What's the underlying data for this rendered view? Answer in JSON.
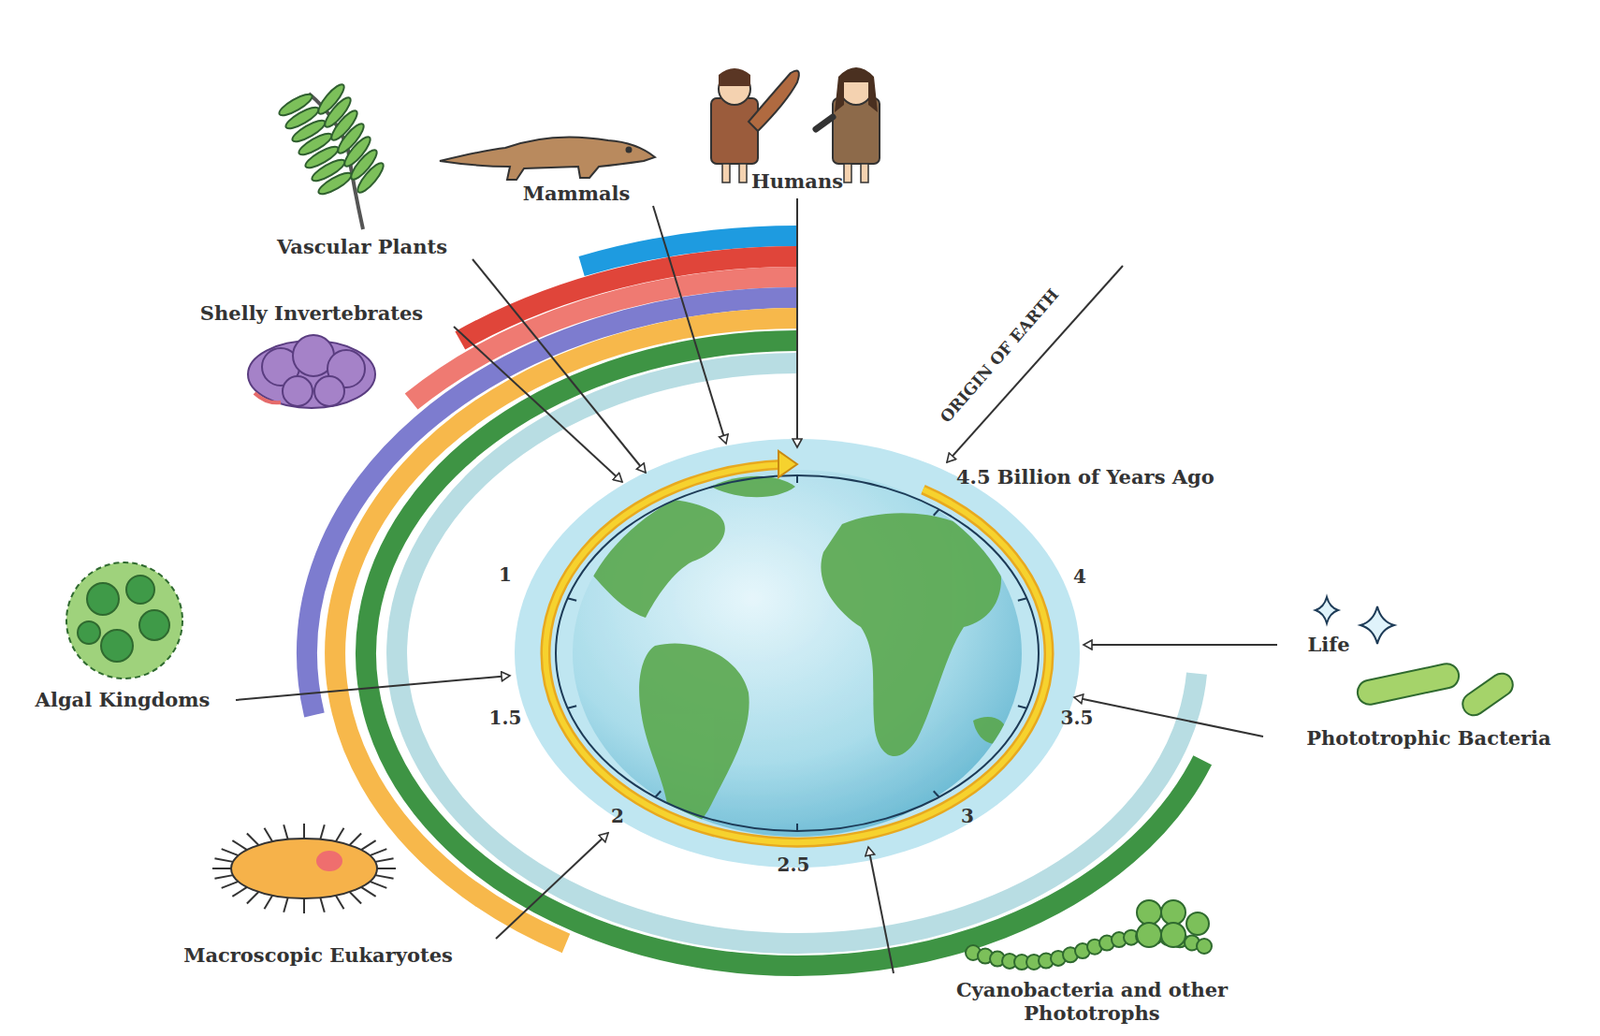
{
  "diagram": {
    "labels": [
      "Humans",
      "Mammals",
      "Vascular Plants",
      "Shelly Invertebrates",
      "ORIGIN OF EARTH",
      "4.5 Billion of Years Ago",
      "1",
      "4",
      "Life",
      "Algal Kingdoms",
      "1.5",
      "3.5",
      "Phototrophic Bacteria",
      "2",
      "3",
      "2.5",
      "Macroscopic Eukaryotes",
      "Cyanobacteria and other Phototrophs"
    ]
  }
}
